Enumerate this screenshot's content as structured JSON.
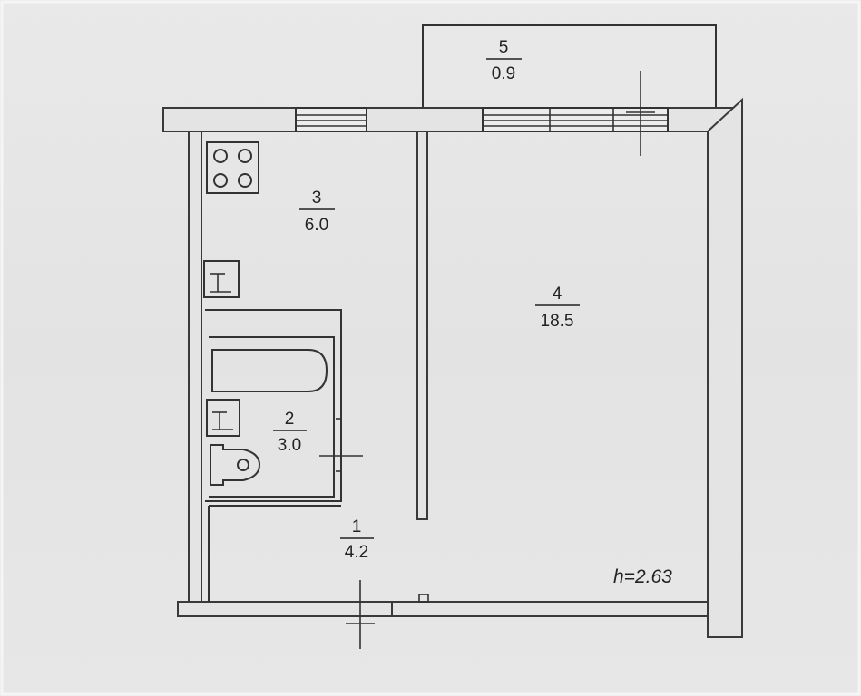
{
  "rooms": [
    {
      "number": "1",
      "area": "4.2"
    },
    {
      "number": "2",
      "area": "3.0"
    },
    {
      "number": "3",
      "area": "6.0"
    },
    {
      "number": "4",
      "area": "18.5"
    },
    {
      "number": "5",
      "area": "0.9"
    }
  ],
  "ceiling_height": "h=2.63",
  "icons": {
    "stove": "stove-icon",
    "kitchen_sink": "sink-icon",
    "bathtub": "bathtub-icon",
    "bathroom_sink": "washbasin-icon",
    "toilet": "toilet-icon"
  },
  "colors": {
    "paper": "#e6e6e6",
    "lines": "#333333"
  }
}
